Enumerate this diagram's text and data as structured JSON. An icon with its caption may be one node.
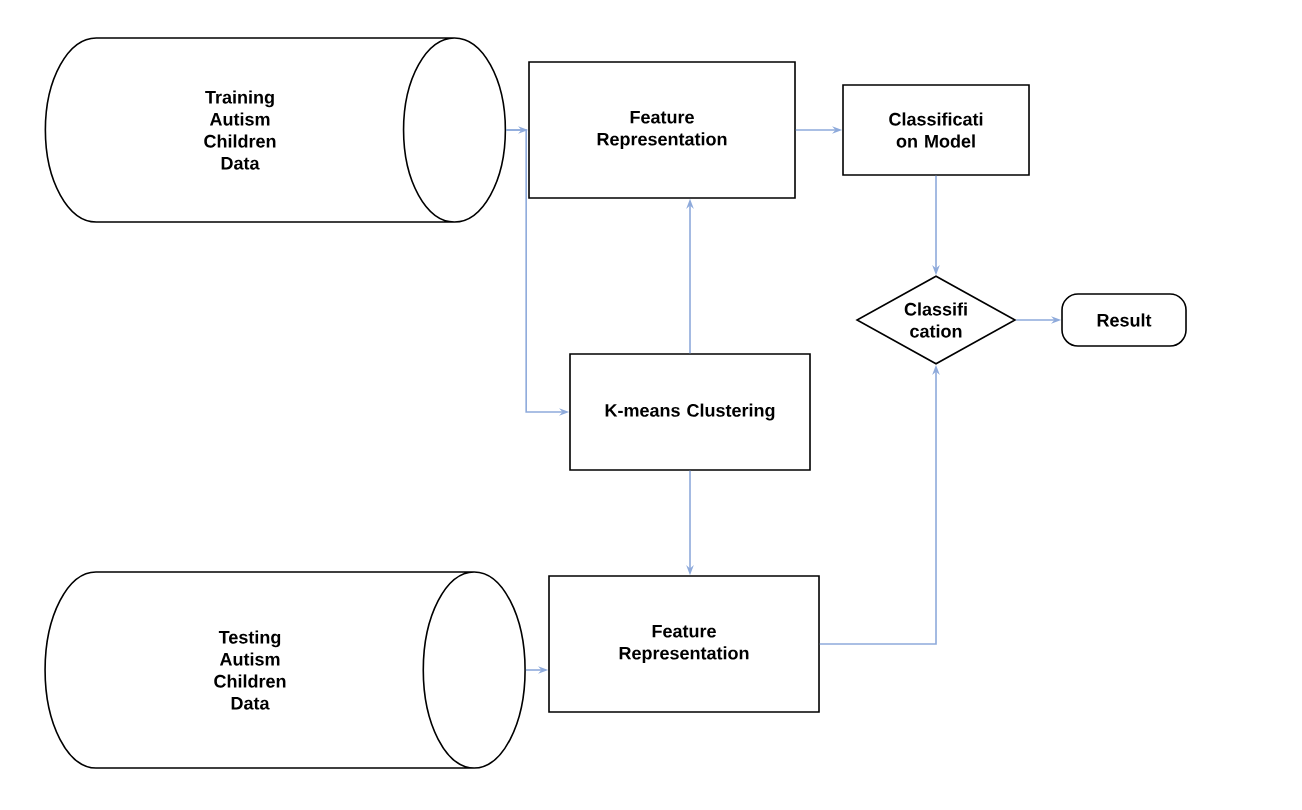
{
  "diagram": {
    "nodes": [
      {
        "text": [
          "Training Autism Children Data"
        ]
      },
      {
        "text": [
          "Feature Representation"
        ]
      },
      {
        "text": [
          "Classificati on Model"
        ]
      },
      {
        "text": [
          "Classifi cation"
        ]
      },
      {
        "text": [
          "Result"
        ]
      },
      {
        "text": [
          "K-means Clustering"
        ]
      },
      {
        "text": [
          "Testing Autism Children Data"
        ]
      },
      {
        "text": [
          "Feature Representation"
        ]
      }
    ],
    "edges": [
      {
        "from": 0,
        "to": 1,
        "arrow": "to"
      },
      {
        "from": 0,
        "to": 5,
        "arrow": "to"
      },
      {
        "from": 5,
        "to": 1,
        "arrow": "to"
      },
      {
        "from": 1,
        "to": 2,
        "arrow": "to"
      },
      {
        "from": 2,
        "to": 3,
        "arrow": "to"
      },
      {
        "from": 3,
        "to": 4,
        "arrow": "to"
      },
      {
        "from": 5,
        "to": 7,
        "arrow": "to"
      },
      {
        "from": 6,
        "to": 7,
        "arrow": "to"
      },
      {
        "from": 7,
        "to": 3,
        "arrow": "to"
      }
    ]
  }
}
